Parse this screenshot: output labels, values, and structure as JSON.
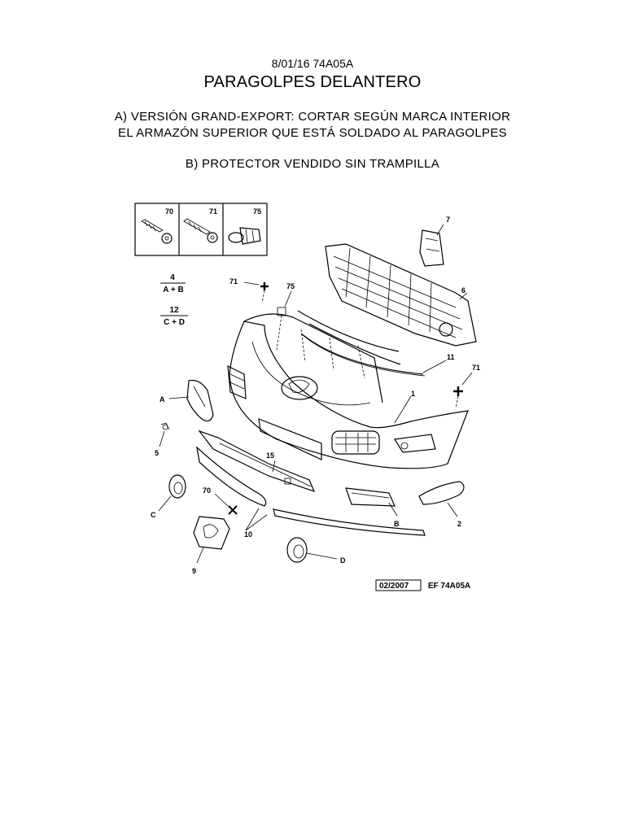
{
  "header": {
    "code_line": "8/01/16 74A05A",
    "title": "PARAGOLPES DELANTERO",
    "note_a_line1": "A) VERSIÓN GRAND-EXPORT: CORTAR SEGÚN MARCA INTERIOR",
    "note_a_line2": "EL ARMAZÓN SUPERIOR QUE ESTÁ SOLDADO AL PARAGOLPES",
    "note_b": "B) PROTECTOR VENDIDO SIN TRAMPILLA"
  },
  "fastener_table": {
    "cells": [
      {
        "label": "70"
      },
      {
        "label": "71"
      },
      {
        "label": "75"
      }
    ]
  },
  "quantities": [
    {
      "count": "4",
      "parts": "A + B"
    },
    {
      "count": "12",
      "parts": "C + D"
    }
  ],
  "callouts": {
    "c1": "1",
    "c2": "2",
    "c5": "5",
    "c6": "6",
    "c7": "7",
    "c9": "9",
    "c10": "10",
    "c11": "11",
    "c15": "15",
    "c70": "70",
    "c71_left": "71",
    "c71_right": "71",
    "c75": "75",
    "cA": "A",
    "cB": "B",
    "cC": "C",
    "cD": "D"
  },
  "footer": {
    "date_code": "02/2007",
    "ref_code": "EF 74A05A"
  }
}
